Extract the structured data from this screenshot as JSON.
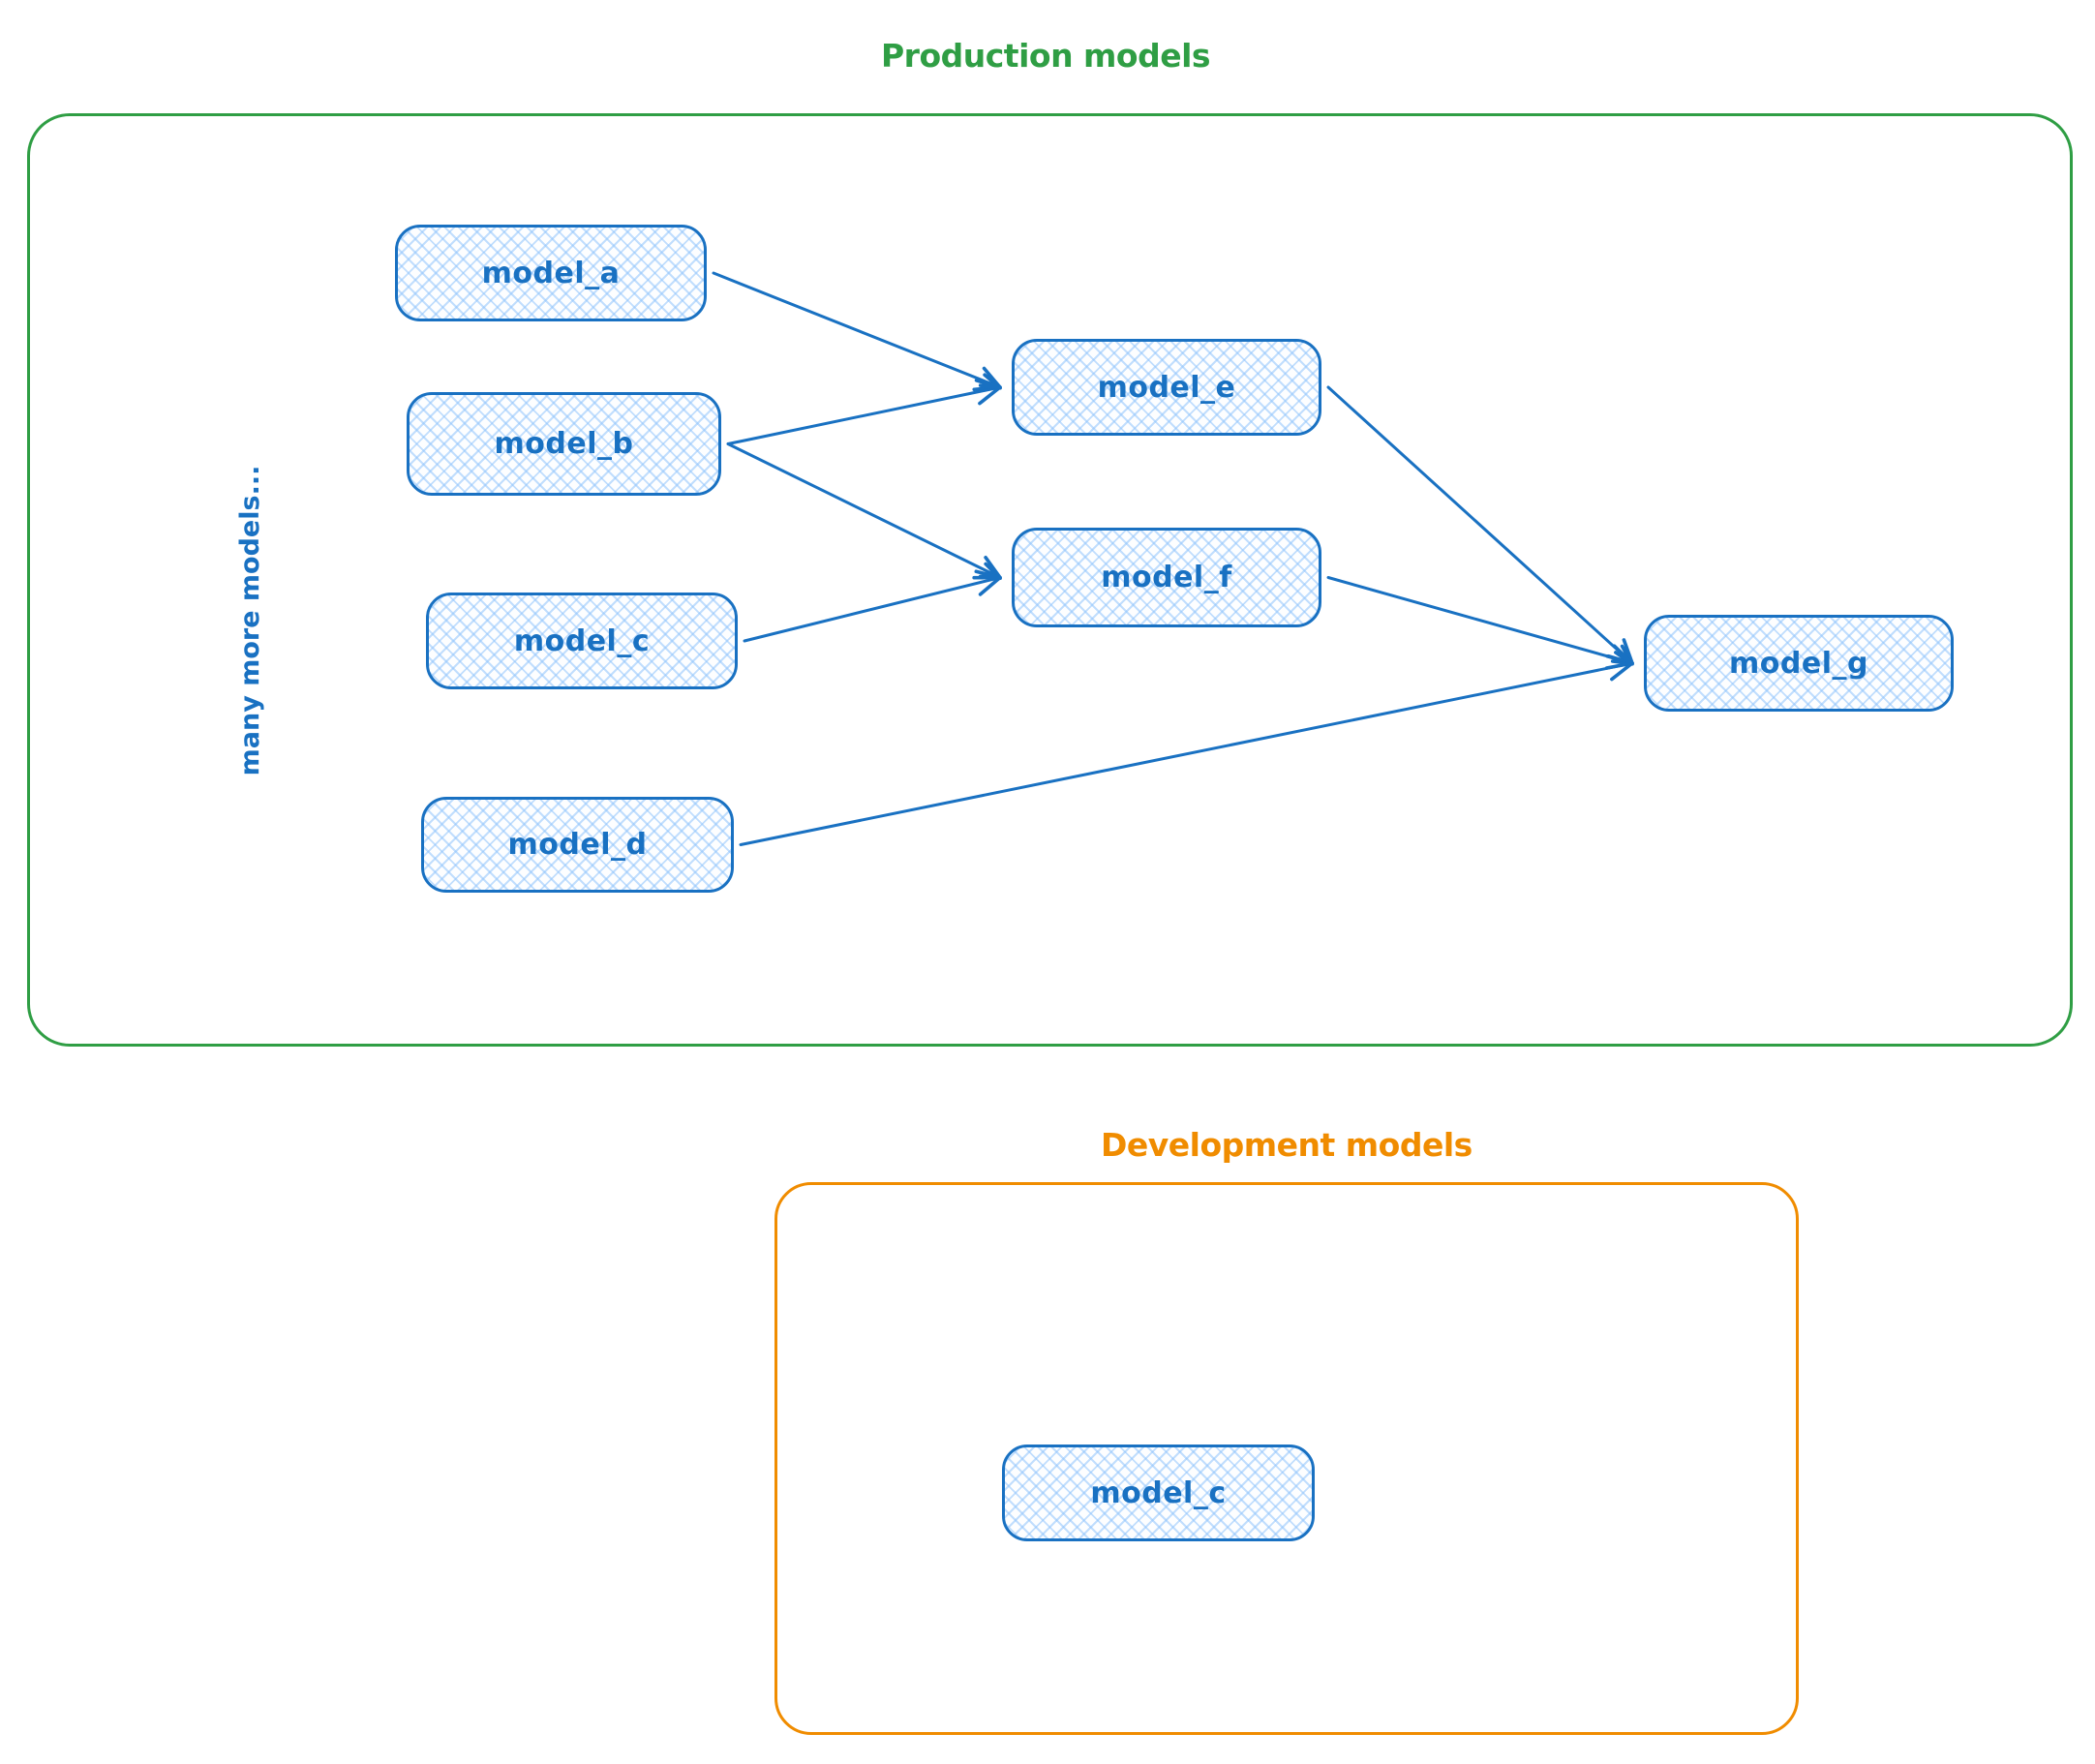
{
  "canvas": {
    "background": "#ffffff"
  },
  "diagram": {
    "groups": [
      {
        "id": "production",
        "title": "Production models",
        "color": "#2f9e44"
      },
      {
        "id": "development",
        "title": "Development models",
        "color": "#f08c00"
      }
    ],
    "annotation": {
      "text": "many more models...",
      "color": "#1971c2"
    },
    "node_style": {
      "stroke": "#1971c2",
      "hatch": "#a5d8ff",
      "label_color": "#1971c2"
    },
    "arrow_color": "#1971c2",
    "nodes": [
      {
        "id": "model_a",
        "label": "model_a",
        "group": "production"
      },
      {
        "id": "model_b",
        "label": "model_b",
        "group": "production"
      },
      {
        "id": "model_c",
        "label": "model_c",
        "group": "production"
      },
      {
        "id": "model_d",
        "label": "model_d",
        "group": "production"
      },
      {
        "id": "model_e",
        "label": "model_e",
        "group": "production"
      },
      {
        "id": "model_f",
        "label": "model_f",
        "group": "production"
      },
      {
        "id": "model_g",
        "label": "model_g",
        "group": "production"
      },
      {
        "id": "model_c_dev",
        "label": "model_c",
        "group": "development"
      }
    ],
    "edges": [
      {
        "from": "model_a",
        "to": "model_e"
      },
      {
        "from": "model_b",
        "to": "model_e"
      },
      {
        "from": "model_b",
        "to": "model_f"
      },
      {
        "from": "model_c",
        "to": "model_f"
      },
      {
        "from": "model_d",
        "to": "model_g"
      },
      {
        "from": "model_e",
        "to": "model_g"
      },
      {
        "from": "model_f",
        "to": "model_g"
      }
    ]
  }
}
